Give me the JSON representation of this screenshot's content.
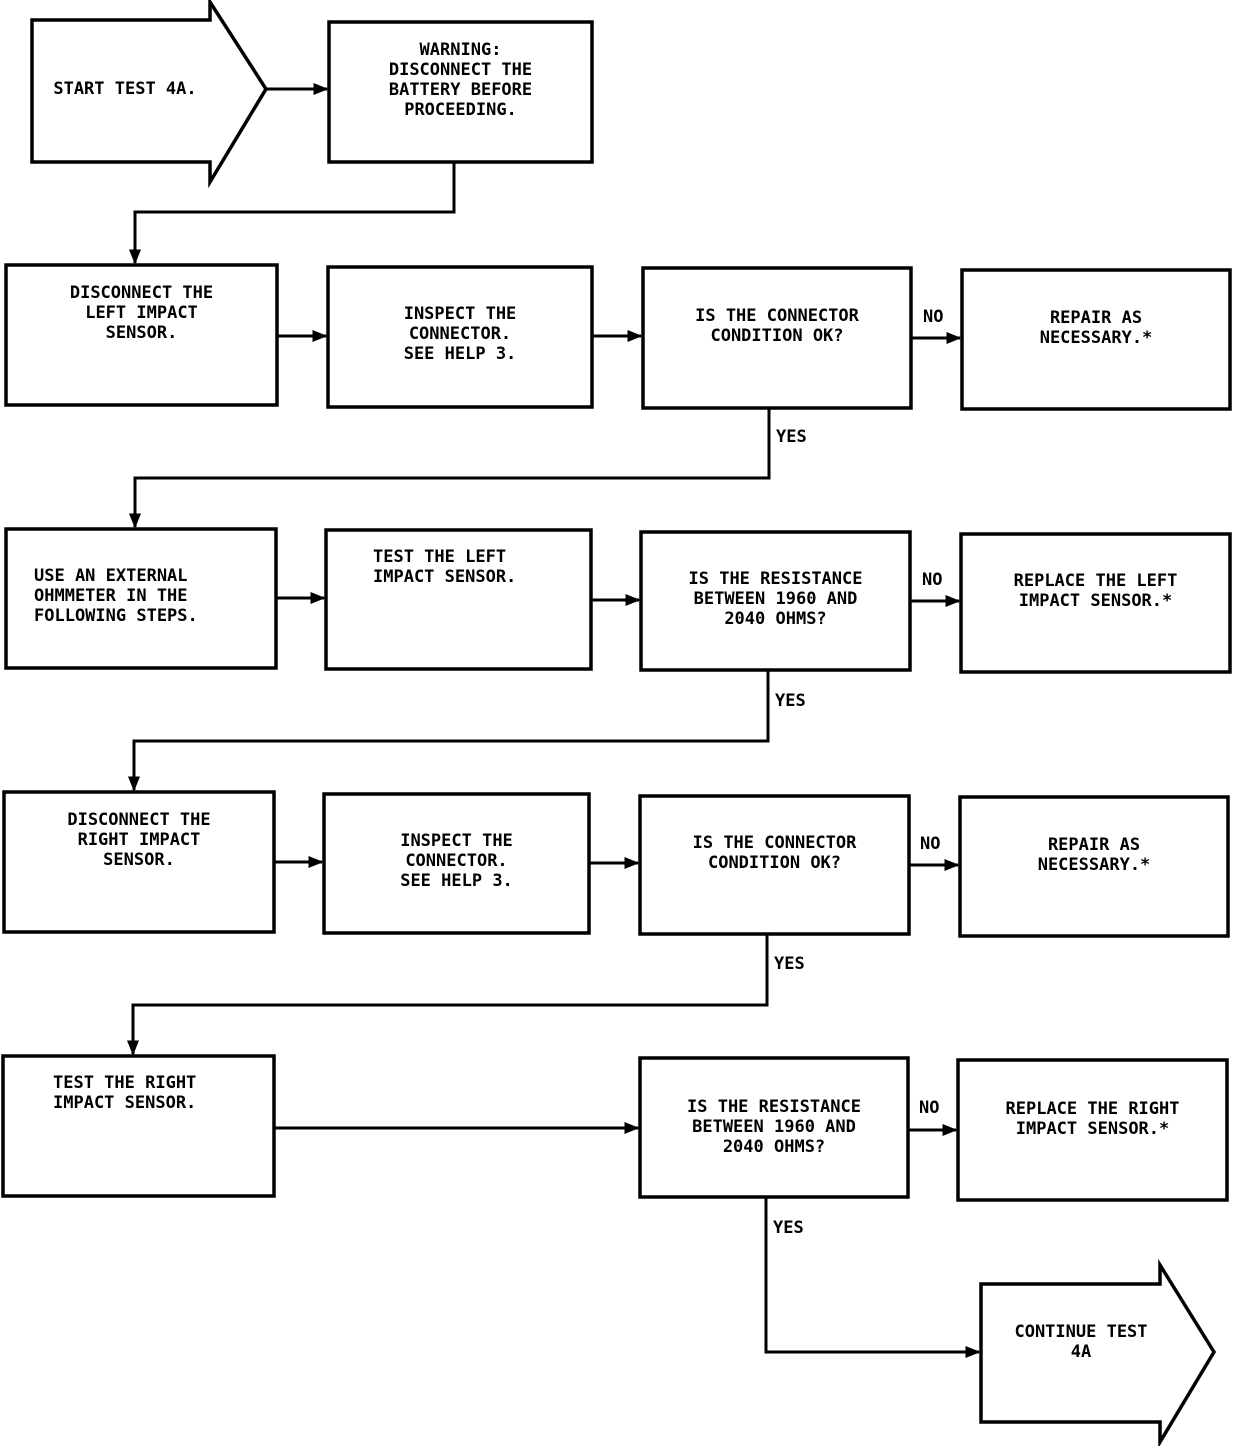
{
  "diagram": {
    "type": "flowchart",
    "title": "",
    "nodes": {
      "start": {
        "shape": "arrow",
        "text": "START TEST 4A."
      },
      "warning": {
        "shape": "box",
        "text": "WARNING:\nDISCONNECT THE\nBATTERY BEFORE\nPROCEEDING."
      },
      "disc_left": {
        "shape": "box",
        "text": "DISCONNECT THE\nLEFT IMPACT\nSENSOR."
      },
      "inspect_left": {
        "shape": "box",
        "text": "INSPECT THE\nCONNECTOR.\nSEE HELP 3."
      },
      "q_conn_left": {
        "shape": "box",
        "text": "IS THE CONNECTOR\nCONDITION OK?"
      },
      "repair_left": {
        "shape": "box",
        "text": "REPAIR AS\nNECESSARY.*"
      },
      "ohmmeter": {
        "shape": "box",
        "text": "USE AN EXTERNAL\nOHMMETER IN THE\nFOLLOWING STEPS."
      },
      "test_left": {
        "shape": "box",
        "text": "TEST THE LEFT\nIMPACT SENSOR."
      },
      "q_res_left": {
        "shape": "box",
        "text": "IS THE RESISTANCE\nBETWEEN 1960 AND\n2040 OHMS?"
      },
      "replace_left": {
        "shape": "box",
        "text": "REPLACE THE LEFT\nIMPACT SENSOR.*"
      },
      "disc_right": {
        "shape": "box",
        "text": "DISCONNECT THE\nRIGHT IMPACT\nSENSOR."
      },
      "inspect_right": {
        "shape": "box",
        "text": "INSPECT THE\nCONNECTOR.\nSEE HELP 3."
      },
      "q_conn_right": {
        "shape": "box",
        "text": "IS THE CONNECTOR\nCONDITION OK?"
      },
      "repair_right": {
        "shape": "box",
        "text": "REPAIR AS\nNECESSARY.*"
      },
      "test_right": {
        "shape": "box",
        "text": "TEST THE RIGHT\nIMPACT SENSOR."
      },
      "q_res_right": {
        "shape": "box",
        "text": "IS THE RESISTANCE\nBETWEEN 1960 AND\n2040 OHMS?"
      },
      "replace_right": {
        "shape": "box",
        "text": "REPLACE THE RIGHT\nIMPACT SENSOR.*"
      },
      "continue": {
        "shape": "arrow",
        "text": "CONTINUE TEST\n4A"
      }
    },
    "edges": [
      {
        "from": "start",
        "to": "warning",
        "label": ""
      },
      {
        "from": "warning",
        "to": "disc_left",
        "label": ""
      },
      {
        "from": "disc_left",
        "to": "inspect_left",
        "label": ""
      },
      {
        "from": "inspect_left",
        "to": "q_conn_left",
        "label": ""
      },
      {
        "from": "q_conn_left",
        "to": "repair_left",
        "label": "NO"
      },
      {
        "from": "q_conn_left",
        "to": "ohmmeter",
        "label": "YES"
      },
      {
        "from": "ohmmeter",
        "to": "test_left",
        "label": ""
      },
      {
        "from": "test_left",
        "to": "q_res_left",
        "label": ""
      },
      {
        "from": "q_res_left",
        "to": "replace_left",
        "label": "NO"
      },
      {
        "from": "q_res_left",
        "to": "disc_right",
        "label": "YES"
      },
      {
        "from": "disc_right",
        "to": "inspect_right",
        "label": ""
      },
      {
        "from": "inspect_right",
        "to": "q_conn_right",
        "label": ""
      },
      {
        "from": "q_conn_right",
        "to": "repair_right",
        "label": "NO"
      },
      {
        "from": "q_conn_right",
        "to": "test_right",
        "label": "YES"
      },
      {
        "from": "test_right",
        "to": "q_res_right",
        "label": ""
      },
      {
        "from": "q_res_right",
        "to": "replace_right",
        "label": "NO"
      },
      {
        "from": "q_res_right",
        "to": "continue",
        "label": "YES"
      }
    ]
  },
  "colors": {
    "stroke": "#000000",
    "background": "#ffffff"
  }
}
